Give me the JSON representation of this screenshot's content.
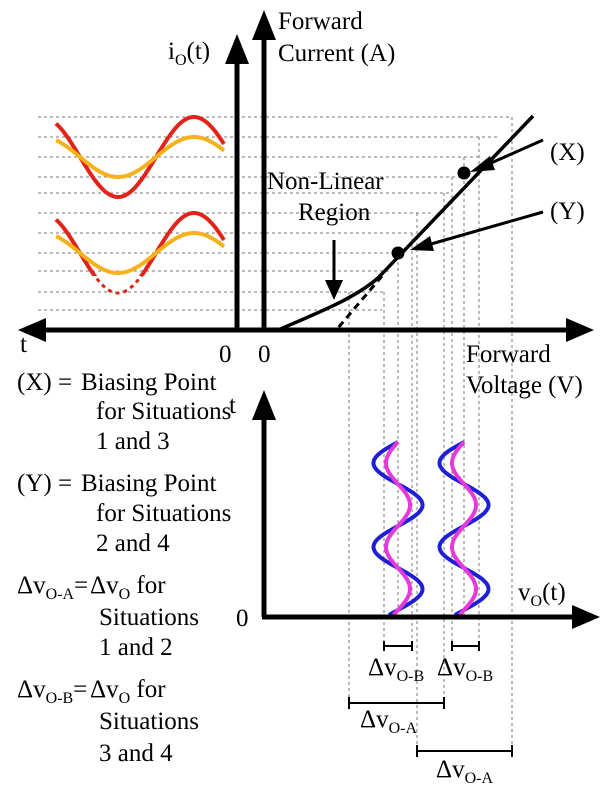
{
  "axes": {
    "io_label": "i",
    "io_sub": "O",
    "io_arg": "(t)",
    "t_label": "t",
    "zero_left": "0",
    "zero_right": "0",
    "fc_line1": "Forward",
    "fc_line2": "Current (A)",
    "fv_line1": "Forward",
    "fv_line2": "Voltage (V)",
    "t_lower": "t",
    "vo_label": "v",
    "vo_sub": "O",
    "vo_arg": "(t)",
    "zero_lower": "0"
  },
  "annotations": {
    "nonlinear_line1": "Non-Linear",
    "nonlinear_line2": "Region",
    "point_x": "(X)",
    "point_y": "(Y)"
  },
  "delta_labels": {
    "dvob_left": "O-B",
    "dvob_right": "O-B",
    "dvoa_left": "O-A",
    "dvoa_right": "O-A",
    "delta_v": "Δv"
  },
  "legend": {
    "x_key": "(X) =",
    "x_l1": "Biasing Point",
    "x_l2": "for Situations",
    "x_l3": "1 and 3",
    "y_key": "(Y) =",
    "y_l1": "Biasing Point",
    "y_l2": "for Situations",
    "y_l3": "2 and 4",
    "a_key_main": "Δv",
    "a_key_sub": "O-A",
    "a_eq": "=",
    "a_l1_main": "Δv",
    "a_l1_sub": "O",
    "a_l1_rest": " for",
    "a_l2": "Situations",
    "a_l3": "1 and 2",
    "b_key_main": "Δv",
    "b_key_sub": "O-B",
    "b_eq": "=",
    "b_l1_main": "Δv",
    "b_l1_sub": "O",
    "b_l1_rest": " for",
    "b_l2": "Situations",
    "b_l3": "3 and 4"
  },
  "colors": {
    "red": "#e2231a",
    "orange": "#f7b21b",
    "blue": "#1f1fd6",
    "magenta": "#e53ad9",
    "grid": "#777777"
  }
}
